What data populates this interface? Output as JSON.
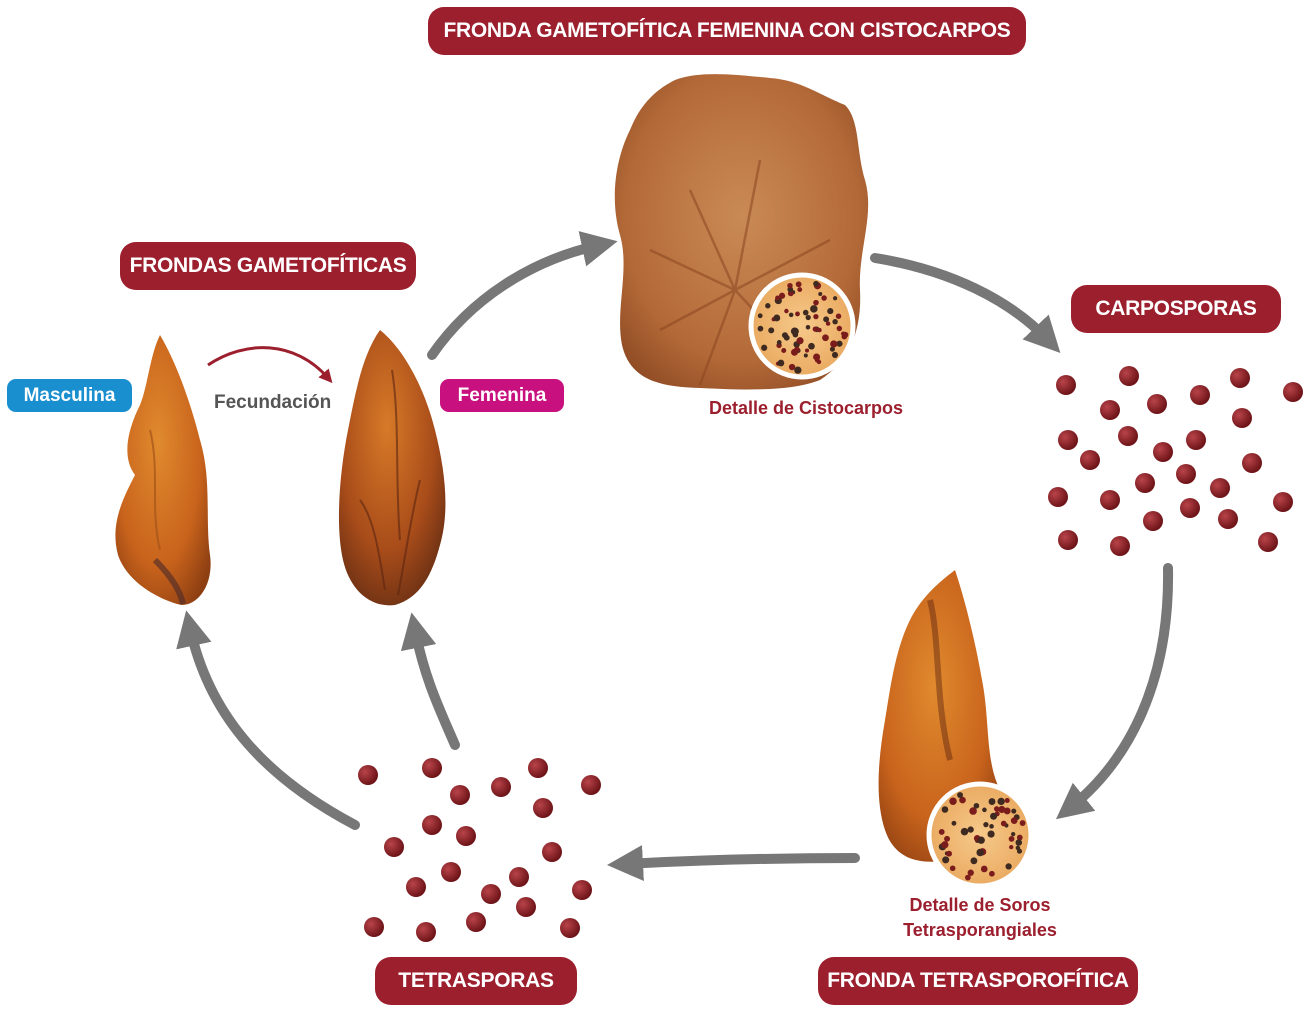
{
  "titles": {
    "female_cystocarp": "FRONDA GAMETOFÍTICA FEMENINA CON CISTOCARPOS",
    "gametophytic": "FRONDAS GAMETOFÍTICAS",
    "carpospores": "CARPOSPORAS",
    "tetraspores": "TETRASPORAS",
    "tetrasporophytic": "FRONDA TETRASPOROFÍTICA"
  },
  "labels": {
    "male": "Masculina",
    "female": "Femenina",
    "fertilization": "Fecundación",
    "cystocarp_detail": "Detalle de Cistocarpos",
    "sori_detail_line1": "Detalle de Soros",
    "sori_detail_line2": "Tetrasporangiales"
  },
  "colors": {
    "title_bg": "#9c1f2e",
    "male_tag": "#1a8fcf",
    "female_tag": "#c8117e",
    "arrow": "#777777",
    "spore": "#8a1c22",
    "frond": "#c8631c"
  }
}
